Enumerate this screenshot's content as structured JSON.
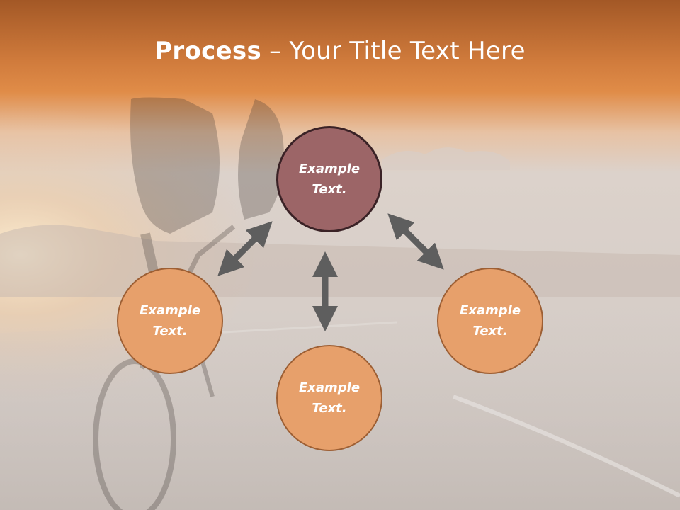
{
  "slide": {
    "title_bold": "Process",
    "title_rest": " – Your Title Text Here"
  },
  "nodes": {
    "top": {
      "line1": "Example",
      "line2": "Text."
    },
    "left": {
      "line1": "Example",
      "line2": "Text."
    },
    "right": {
      "line1": "Example",
      "line2": "Text."
    },
    "bottom": {
      "line1": "Example",
      "line2": "Text."
    }
  },
  "colors": {
    "header_top": "#a85a26",
    "header_mid": "#de8a44",
    "background": "#d2ccc8",
    "hub_fill": "#9c6567",
    "hub_border": "#3a2226",
    "node_fill": "#e7a06b",
    "node_border": "#9d5f34",
    "arrow": "#5e5e5e"
  }
}
